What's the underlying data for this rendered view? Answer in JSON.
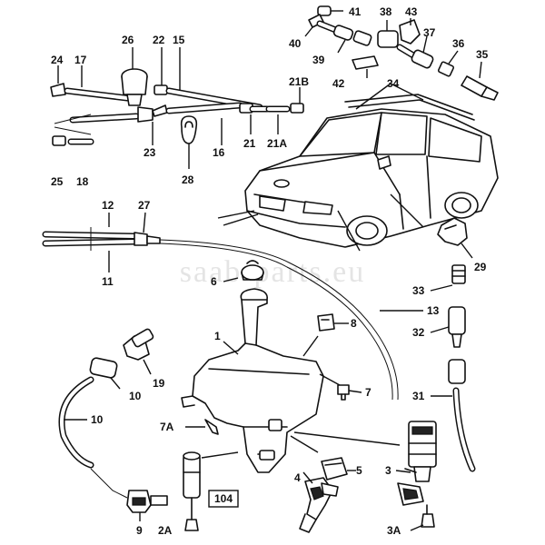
{
  "watermark": "saab-parts.eu",
  "box_label": "104",
  "labels": {
    "l1": "1",
    "l2A": "2A",
    "l3": "3",
    "l3A": "3A",
    "l4": "4",
    "l5": "5",
    "l6": "6",
    "l7": "7",
    "l7A": "7A",
    "l8": "8",
    "l9": "9",
    "l10a": "10",
    "l10b": "10",
    "l11": "11",
    "l12": "12",
    "l13": "13",
    "l15": "15",
    "l16": "16",
    "l17": "17",
    "l18": "18",
    "l19": "19",
    "l21": "21",
    "l21A": "21A",
    "l21B": "21B",
    "l22": "22",
    "l23": "23",
    "l24": "24",
    "l25": "25",
    "l26": "26",
    "l27": "27",
    "l28": "28",
    "l29": "29",
    "l31": "31",
    "l32": "32",
    "l33": "33",
    "l34": "34",
    "l35": "35",
    "l36": "36",
    "l37": "37",
    "l38": "38",
    "l39": "39",
    "l40": "40",
    "l41": "41",
    "l42": "42",
    "l43": "43"
  }
}
